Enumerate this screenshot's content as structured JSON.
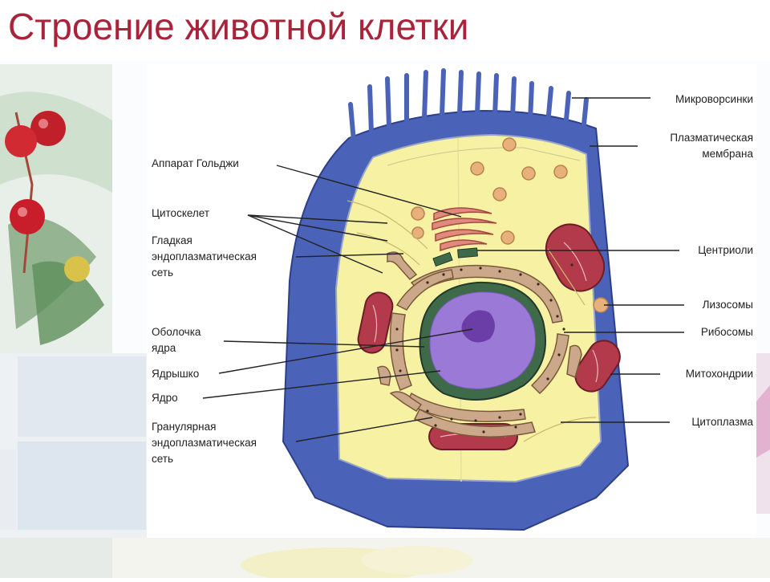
{
  "slide": {
    "title": "Строение животной клетки"
  },
  "labels": {
    "microvilli": "Микроворсинки",
    "plasma_membrane_1": "Плазматическая",
    "plasma_membrane_2": "мембрана",
    "centrioles": "Центриоли",
    "lysosomes": "Лизосомы",
    "ribosomes": "Рибосомы",
    "mitochondria": "Митохондрии",
    "cytoplasm": "Цитоплазма",
    "golgi": "Аппарат Гольджи",
    "cytoskeleton": "Цитоскелет",
    "smooth_er_1": "Гладкая",
    "smooth_er_2": "эндоплазматическая",
    "smooth_er_3": "сеть",
    "nuclear_envelope_1": "Оболочка",
    "nuclear_envelope_2": "ядра",
    "nucleolus": "Ядрышко",
    "nucleus": "Ядро",
    "rough_er_1": "Гранулярная",
    "rough_er_2": "эндоплазматическая",
    "rough_er_3": "сеть"
  },
  "colors": {
    "title": "#a9243a",
    "membrane": "#4a63b8",
    "cytoplasm": "#f7f1a4",
    "nucleus": "#9a7ad6",
    "mitochondria": "#b23a4a",
    "lysosome": "#e8b07a"
  }
}
